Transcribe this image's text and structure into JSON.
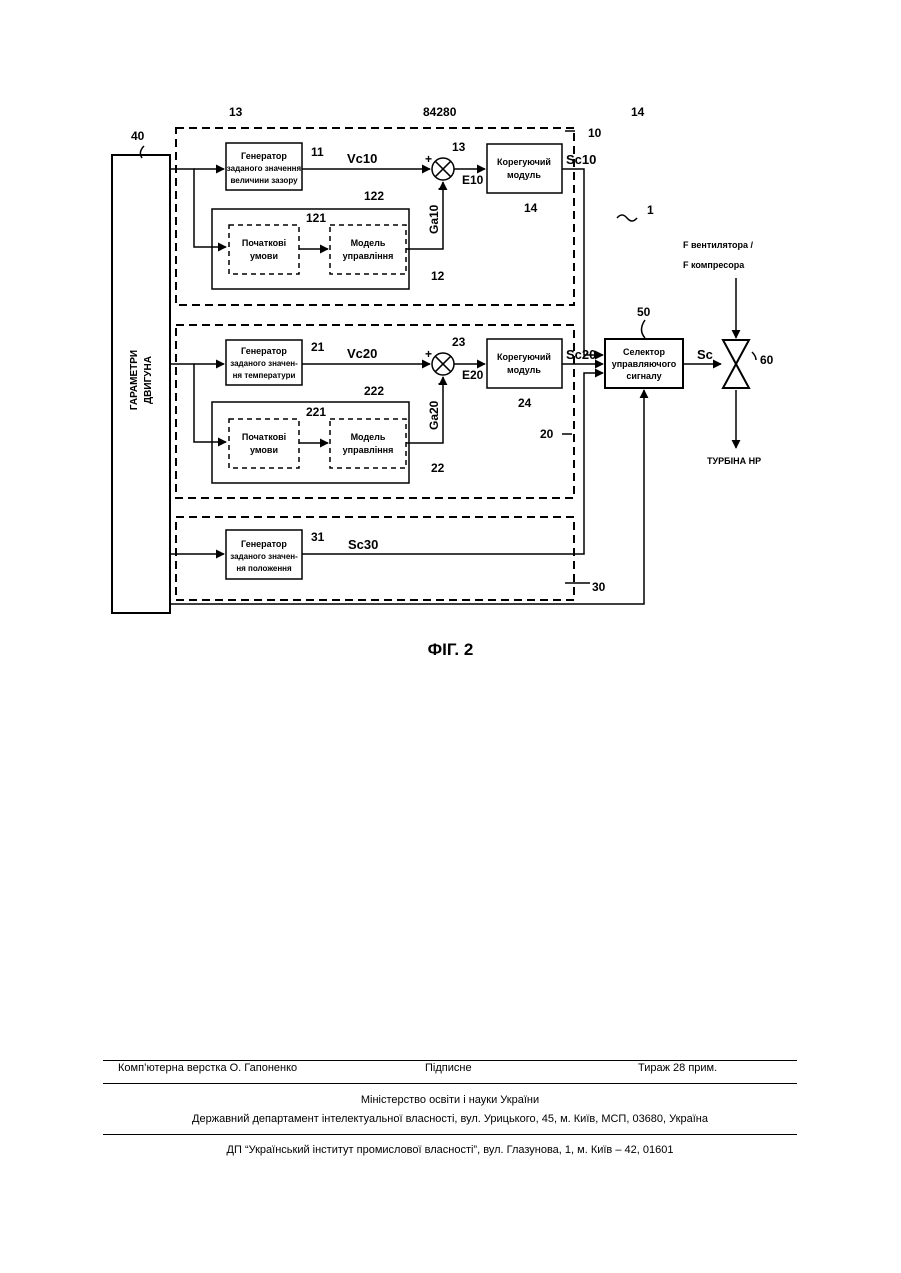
{
  "header": {
    "left_num": "13",
    "center_num": "84280",
    "right_num": "14"
  },
  "diagram": {
    "ref_1": "1",
    "engine_params": {
      "ref": "40",
      "line1": "ГАРАМЕТРИ",
      "line2": "ДВИГУНА"
    },
    "module_10": {
      "ref": "10",
      "generator": {
        "ref": "11",
        "line1": "Генератор",
        "line2": "заданого значення",
        "line3": "величини зазору"
      },
      "signal_v": "Vc10",
      "summer": {
        "ref": "13",
        "plus": "+",
        "minus": "-"
      },
      "error": "E10",
      "feedback": "Ga10",
      "corrector": {
        "ref": "14",
        "line1": "Корегуючий",
        "line2": "модуль"
      },
      "output": "Sc10",
      "submodule": {
        "ref": "12",
        "initial": {
          "ref": "121",
          "line1": "Початкові",
          "line2": "умови"
        },
        "model": {
          "ref": "122",
          "line1": "Модель",
          "line2": "управління"
        }
      }
    },
    "module_20": {
      "ref": "20",
      "generator": {
        "ref": "21",
        "line1": "Генератор",
        "line2": "заданого значен-",
        "line3": "ня температури"
      },
      "signal_v": "Vc20",
      "summer": {
        "ref": "23",
        "plus": "+",
        "minus": "-"
      },
      "error": "E20",
      "feedback": "Ga20",
      "corrector": {
        "ref": "24",
        "line1": "Корегуючий",
        "line2": "модуль"
      },
      "output": "Sc20",
      "submodule": {
        "ref": "22",
        "initial": {
          "ref": "221",
          "line1": "Початкові",
          "line2": "умови"
        },
        "model": {
          "ref": "222",
          "line1": "Модель",
          "line2": "управління"
        }
      }
    },
    "module_30": {
      "ref": "30",
      "generator": {
        "ref": "31",
        "line1": "Генератор",
        "line2": "заданого значен-",
        "line3": "ня положення"
      },
      "output": "Sc30"
    },
    "selector": {
      "ref": "50",
      "line1": "Селектор",
      "line2": "управляючого",
      "line3": "сигналу"
    },
    "selector_output": "Sc",
    "valve": {
      "ref": "60"
    },
    "input_label_1": "F вентилятора /",
    "input_label_2": "F компресора",
    "output_label": "ТУРБІНА НР"
  },
  "figure_caption": "ФІГ. 2",
  "footer": {
    "layout": "Комп’ютерна верстка О. Гапоненко",
    "signed": "Підписне",
    "circulation": "Тираж 28 прим.",
    "ministry": "Міністерство освіти і науки України",
    "department": "Державний департамент інтелектуальної власності, вул. Урицького, 45, м. Київ, МСП, 03680, Україна",
    "institute": "ДП “Український інститут промислової власності”, вул. Глазунова, 1, м. Київ – 42, 01601"
  }
}
